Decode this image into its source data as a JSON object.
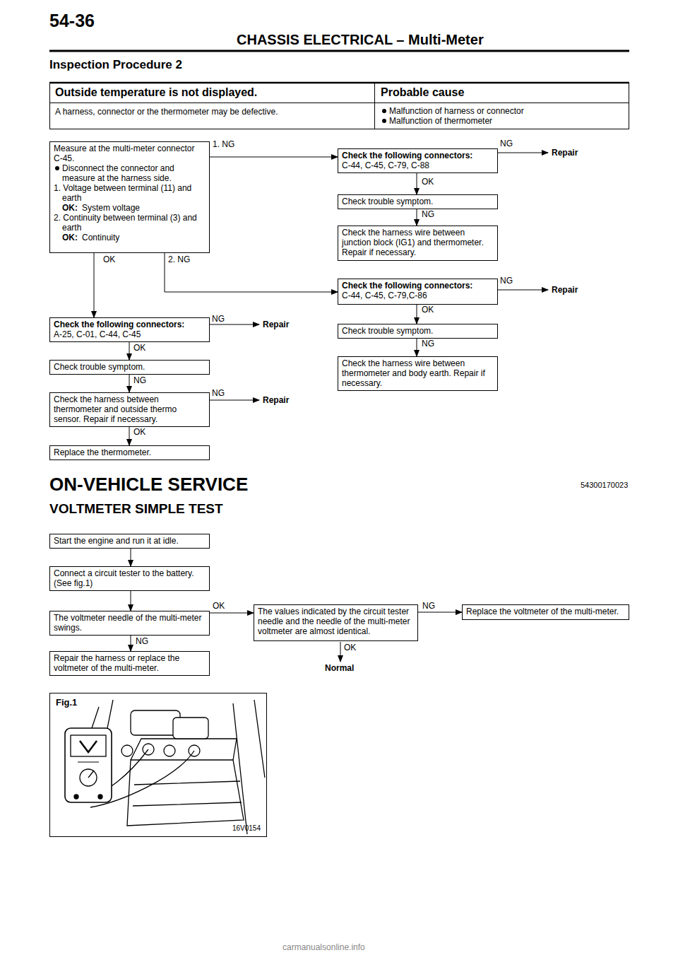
{
  "diagram": {
    "title": "CHASSIS ELECTRICAL – Multi-Meter",
    "nodes": [
      {
        "text": [
          "Measure at the multi-meter connector C-45.",
          "Disconnect the connector and measure at the harness side.",
          "1. Voltage between terminal (11) and earth",
          "OK:",
          "System voltage",
          "2. Continuity between terminal (3) and earth",
          "OK:",
          "Continuity"
        ]
      },
      {
        "text": [
          "Check the following connectors:",
          "C-44, C-45, C-79, C-88"
        ]
      },
      {
        "text": [
          "Check trouble symptom."
        ]
      },
      {
        "text": [
          "Check the harness wire between junction block (IG1) and thermometer. Repair if necessary."
        ]
      },
      {
        "text": [
          "Check the following connectors:",
          "C-44, C-45, C-79,C-86"
        ]
      },
      {
        "text": [
          "Check trouble symptom."
        ]
      },
      {
        "text": [
          "Check the harness wire between thermometer and body earth. Repair if necessary."
        ]
      },
      {
        "text": [
          "Check the following connectors:",
          "A-25, C-01, C-44, C-45"
        ]
      },
      {
        "text": [
          "Check trouble symptom."
        ]
      },
      {
        "text": [
          "Check the harness between thermometer and outside thermo sensor. Repair if necessary."
        ]
      },
      {
        "text": [
          "Replace the thermometer."
        ]
      },
      {
        "text": [
          "Start the engine and run it at idle."
        ]
      },
      {
        "text": [
          "Connect a circuit tester to the battery. (See fig.1)"
        ]
      },
      {
        "text": [
          "The voltmeter needle of the multi-meter swings."
        ]
      },
      {
        "text": [
          "Repair the harness or replace the voltmeter of the multi-meter."
        ]
      },
      {
        "text": [
          "The values indicated by the circuit tester needle and the needle of the multi-meter voltmeter are almost identical."
        ]
      },
      {
        "text": [
          "Replace the voltmeter of the multi-meter."
        ]
      },
      {
        "text": [
          "Fig.1",
          "16V0154"
        ]
      }
    ],
    "edges": [
      {
        "from": 0,
        "to": 1,
        "arrow": "to",
        "label": "1. NG"
      },
      {
        "from": 0,
        "to": 4,
        "arrow": "to",
        "label": "2. NG"
      },
      {
        "from": 0,
        "to": 7,
        "arrow": "to",
        "label": "OK"
      },
      {
        "from": 1,
        "to": 2,
        "arrow": "to",
        "label": "OK"
      },
      {
        "from": 2,
        "to": 3,
        "arrow": "to",
        "label": "NG"
      },
      {
        "from": 4,
        "to": 5,
        "arrow": "to",
        "label": "OK"
      },
      {
        "from": 5,
        "to": 6,
        "arrow": "to",
        "label": "NG"
      },
      {
        "from": 7,
        "to": 8,
        "arrow": "to",
        "label": "OK"
      },
      {
        "from": 8,
        "to": 9,
        "arrow": "to",
        "label": "NG"
      },
      {
        "from": 9,
        "to": 10,
        "arrow": "to",
        "label": "OK"
      },
      {
        "from": 11,
        "to": 12,
        "arrow": "to"
      },
      {
        "from": 12,
        "to": 13,
        "arrow": "to"
      },
      {
        "from": 13,
        "to": 14,
        "arrow": "to",
        "label": "NG"
      },
      {
        "from": 13,
        "to": 15,
        "arrow": "to",
        "label": "OK"
      },
      {
        "from": 15,
        "to": 16,
        "arrow": "to",
        "label": "NG"
      }
    ],
    "labels": [
      "54-36",
      "Inspection Procedure 2",
      "Outside temperature is not displayed.",
      "Probable cause",
      "A harness, connector or the thermometer may be defective.",
      "Malfunction of harness or connector",
      "Malfunction of thermometer",
      "NG",
      "Repair",
      "NG",
      "Repair",
      "NG",
      "Repair",
      "NG",
      "Repair",
      "ON-VEHICLE SERVICE",
      "54300170023",
      "VOLTMETER SIMPLE TEST",
      "OK",
      "Normal",
      "carmanualsonline.info"
    ]
  }
}
